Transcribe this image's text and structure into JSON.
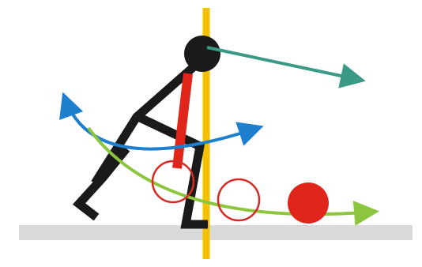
{
  "colors": {
    "background": "#ffffff",
    "ground": "#d9d9d9",
    "body": "#1a1a1a",
    "spine_line": "#e0251b",
    "vertical_axis": "#f5c000",
    "head_direction_arrow": "#3a9a85",
    "shoulder_arc_arrow": "#1f7fcf",
    "ball_path_arrow": "#8cc63f",
    "ball_outline": "#d62a24",
    "ball_fill": "#e0251b"
  },
  "icons": {
    "figure": "stick-figure-bowler",
    "ball": "bowling-ball",
    "arrows": [
      "head-direction-arrow",
      "shoulder-arc-arrow",
      "ball-path-arrow"
    ]
  }
}
